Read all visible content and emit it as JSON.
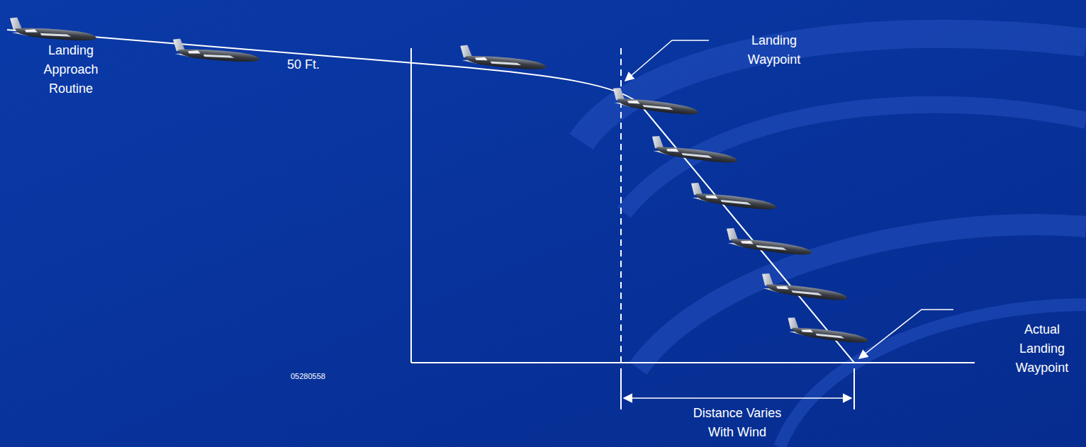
{
  "diagram": {
    "labels": [
      "Landing Approach Routine",
      "50 Ft.",
      "Landing Waypoint",
      "Actual Landing Waypoint",
      "05280558",
      "Distance Varies With Wind"
    ]
  }
}
